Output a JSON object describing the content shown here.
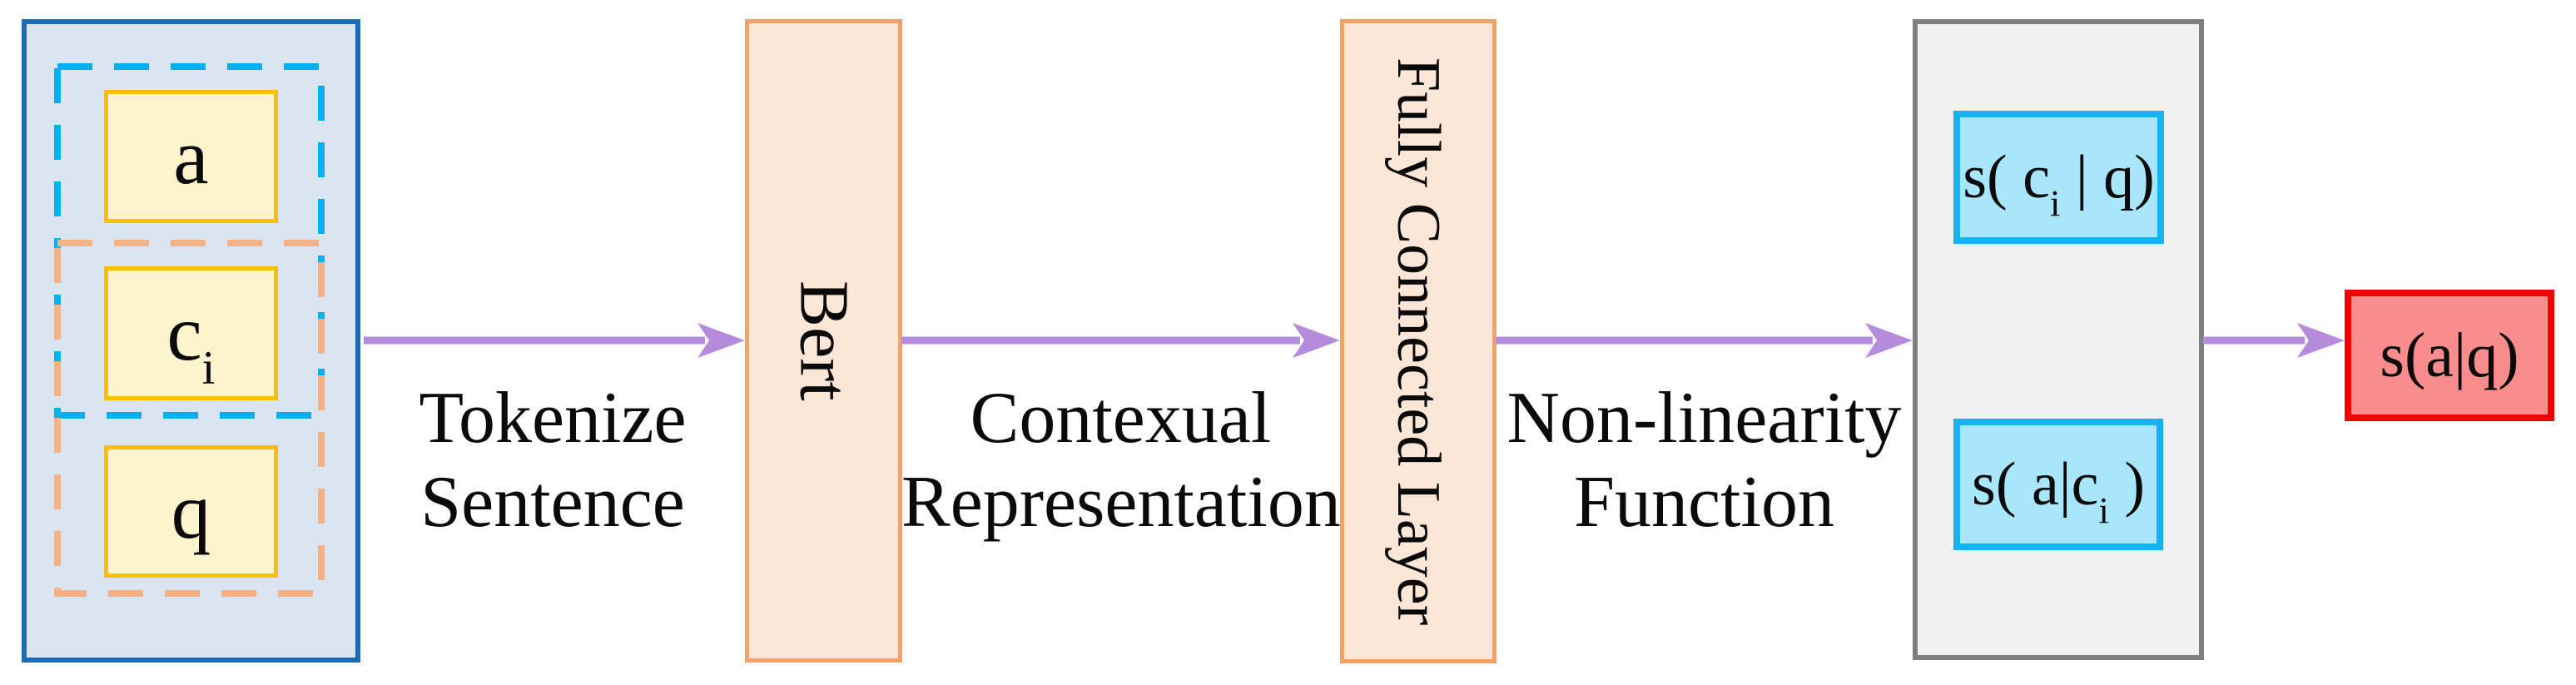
{
  "diagram": {
    "input_group": {
      "answer_label": "a",
      "context_label": {
        "base": "c",
        "sub": "i"
      },
      "question_label": "q"
    },
    "stages": {
      "bert_label": "Bert",
      "fc_label": "Fully Connected Layer"
    },
    "arrow_labels": [
      {
        "line1": "Tokenize",
        "line2": "Sentence"
      },
      {
        "line1": "Contexual",
        "line2": "Representation"
      },
      {
        "line1": "Non-linearity",
        "line2": "Function"
      }
    ],
    "scores": {
      "ci_given_q": {
        "pre": "s( c",
        "sub": "i",
        "post": " | q)"
      },
      "a_given_ci": {
        "pre": "s( a|c",
        "sub": "i",
        "post": " )"
      },
      "a_given_q": "s(a|q)"
    }
  },
  "colors": {
    "outer-border": "#1b6cb2",
    "outer-fill": "#dbe5f2",
    "dash-cyan": "#00b0f0",
    "dash-orange": "#f4b183",
    "token-border": "#fcbf00",
    "token-fill": "#fdf3cc",
    "stage-border": "#f0a267",
    "stage-fill": "#fbe6d7",
    "result-border": "#7f7f7f",
    "result-fill": "#f1f1f2",
    "score-border": "#15b4f1",
    "score-fill": "#a7e6fb",
    "final-border": "#ee0202",
    "final-fill": "#f98d8d",
    "arrow": "#b48cdb",
    "text": "#0a0a0a"
  }
}
